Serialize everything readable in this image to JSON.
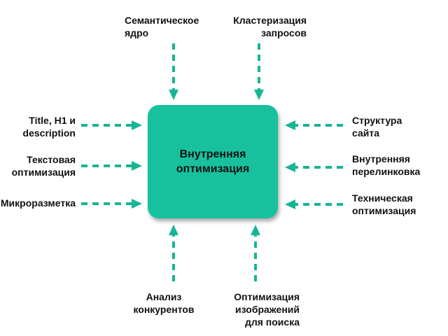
{
  "colors": {
    "accent": "#17C19D",
    "arrow": "#17B596",
    "text": "#111111"
  },
  "center": {
    "label": "Внутренняя\nоптимизация"
  },
  "inputs": {
    "top_left": "Семантическое\nядро",
    "top_right": "Кластеризация\nзапросов",
    "left_1": "Title, H1 и\ndescription",
    "left_2": "Текстовая\nоптимизация",
    "left_3": "Микроразметка",
    "right_1": "Структура\nсайта",
    "right_2": "Внутренняя\nперелинковка",
    "right_3": "Техническая\nоптимизация",
    "bottom_left": "Анализ\nконкурентов",
    "bottom_right": "Оптимизация\nизображений\nдля поиска"
  }
}
